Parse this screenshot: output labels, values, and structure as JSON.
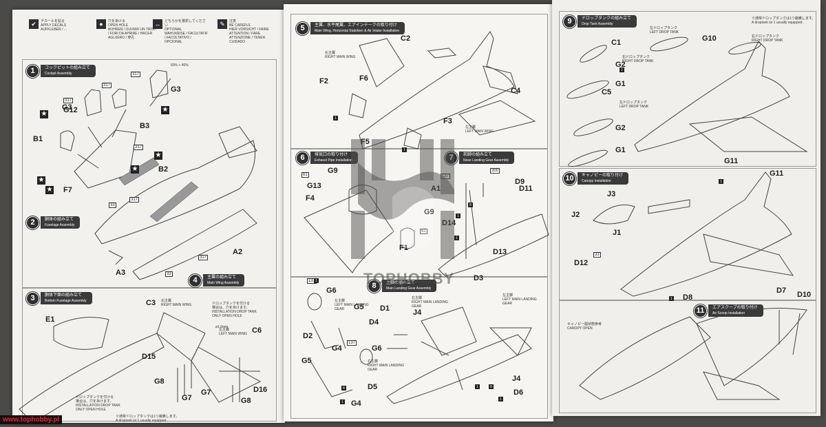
{
  "legend": [
    {
      "icon": "check-icon",
      "en": "APPLY DECALS",
      "jp": "デカールを貼る",
      "others": "AUFKLEBER / ...",
      "sym": "✔"
    },
    {
      "icon": "hole-icon",
      "en": "OPEN HOLE",
      "jp": "穴をあける",
      "others": "BOHREN / OUVRIR UN TROU / FORI DA APRIRE / HACER AGUJERO / 穿孔",
      "sym": "●"
    },
    {
      "icon": "optional-icon",
      "en": "OPTIONAL",
      "jp": "どちらかを選択してください",
      "others": "WAHLWEISE / FACULTATIF / FACOLTATIVO / OPCIONAL",
      "sym": "↔"
    },
    {
      "icon": "caution-icon",
      "en": "BE CAREFUL",
      "jp": "注意",
      "others": "HIER VORSICHT / FAIRE ATTENTION / FARE ATTENZIONE / TENER CUIDADO",
      "sym": "✎"
    }
  ],
  "steps": {
    "s1": {
      "num": "1",
      "jp": "コックピットの組み立て",
      "en": "Cockpit Assembly"
    },
    "s2": {
      "num": "2",
      "jp": "胴体の組み立て",
      "en": "Fuselage Assembly"
    },
    "s3": {
      "num": "3",
      "jp": "胴体下面の組み立て",
      "en": "Bottom Fuselage Assembly"
    },
    "s4": {
      "num": "4",
      "jp": "主翼の組み立て",
      "en": "Main Wing Assembly"
    },
    "s5": {
      "num": "5",
      "jp": "主翼、水平尾翼、エアインテークの取り付け",
      "en": "Main Wing, Horizontal Stabilizer & Air Intake Installation"
    },
    "s6": {
      "num": "6",
      "jp": "排気口の取り付け",
      "en": "Exhaust Pipe Installation"
    },
    "s7": {
      "num": "7",
      "jp": "前脚の組み立て",
      "en": "Nose Landing Gear Assembly"
    },
    "s8": {
      "num": "8",
      "jp": "主脚の組み立て",
      "en": "Main Landing Gear Assembly"
    },
    "s9": {
      "num": "9",
      "jp": "ドロップタンクの組み立て",
      "en": "Drop Tank Assembly"
    },
    "s10": {
      "num": "10",
      "jp": "キャノピーの取り付け",
      "en": "Canopy Installation"
    },
    "s11": {
      "num": "11",
      "jp": "エアスクープの取り付け",
      "en": "Air Scoop Installation"
    }
  },
  "labels": {
    "G3a": "G3",
    "G3b": "G3",
    "B3": "B3",
    "B1": "B1",
    "G12": "G12",
    "F7": "F7",
    "B2": "B2",
    "A2": "A2",
    "A3": "A3",
    "E1": "E1",
    "C3": "C3",
    "C6": "C6",
    "D15": "D15",
    "G8a": "G8",
    "G8b": "G8",
    "G7a": "G7",
    "G7b": "G7",
    "D16": "D16",
    "C2": "C2",
    "C4": "C4",
    "F2": "F2",
    "F6": "F6",
    "F3": "F3",
    "F5": "F5",
    "G9a": "G9",
    "G9b": "G9",
    "G13": "G13",
    "F4": "F4",
    "F1": "F1",
    "A1": "A1",
    "D9": "D9",
    "D11": "D11",
    "D14": "D14",
    "D13": "D13",
    "G6a": "G6",
    "G6b": "G6",
    "G5a": "G5",
    "G5b": "G5",
    "D1": "D1",
    "J4a": "J4",
    "J4b": "J4",
    "D4": "D4",
    "D2": "D2",
    "G4a": "G4",
    "G4b": "G4",
    "D5": "D5",
    "D3": "D3",
    "D6": "D6",
    "C1": "C1",
    "G2a": "G2",
    "G2b": "G2",
    "G1a": "G1",
    "G1b": "G1",
    "C5": "C5",
    "G10": "G10",
    "G11a": "G11",
    "G11b": "G11",
    "J3": "J3",
    "J2": "J2",
    "J1": "J1",
    "D12": "D12",
    "D8": "D8",
    "D7": "D7",
    "D10": "D10"
  },
  "small": {
    "right_main_wing": "右主翼\nRIGHT MAIN WING",
    "left_main_wing": "左主翼\nLEFT MAIN WING",
    "s4_right": "右主翼\nRIGHT MAIN WING",
    "s4_left": "左主翼\nLEFT MAIN WING",
    "s4_note": "ドロップタンクを付ける\n場合は、穴をあけます。\nINSTALLATION DROP TANK\nONLY OPEN HOLE",
    "s3_note": "ドロップタンクを付ける\n場合は、穴をあけます。\nINSTALLATION DROP TANK\nONLY OPEN HOLE",
    "s3_foot": "※通常ドロップタンクは1つ装備します。\nA droptank ist 1 usually equipped.",
    "drill": "ø1.0mm",
    "s8_left": "左主脚\nLEFT MAIN LANDING\nGEAR",
    "s8_right": "右主脚\nRIGHT MAIN LANDING\nGEAR",
    "s8_nose": "右主脚\nRIGHT MAIN LANDING\nGEAR",
    "s8_left2": "左主脚\nLEFT MAIN LANDING\nGEAR",
    "s9_note": "※通常ドロップタンクは1つ装備します。\nA droptank ist 1 usually equipped.",
    "left_drop": "左ドロップタンク\nLEFT DROP TANK",
    "right_drop": "右ドロップタンク\nRIGHT DROP TANK",
    "right_drop2": "右ドロップタンク\nRIGHT DROP TANK",
    "left_drop2": "左ドロップタンク\nLEFT DROP TANK",
    "canopy_open": "キャノピー開状態参考\nCANOPY OPEN",
    "pct": "60% + 40%"
  },
  "tags": {
    "t317a": "317",
    "t317b": "317",
    "t317c": "317",
    "t317d": "317",
    "t317e": "317",
    "t317f": "317",
    "t33a": "33",
    "t33b": "33",
    "t300": "300",
    "t137a": "137",
    "t137b": "137",
    "t137c": "137",
    "t33c": "33",
    "t61a": "61",
    "t61b": "61"
  },
  "watermark": "TOPHOBBY",
  "source_tag": "www.tophobby.pl"
}
